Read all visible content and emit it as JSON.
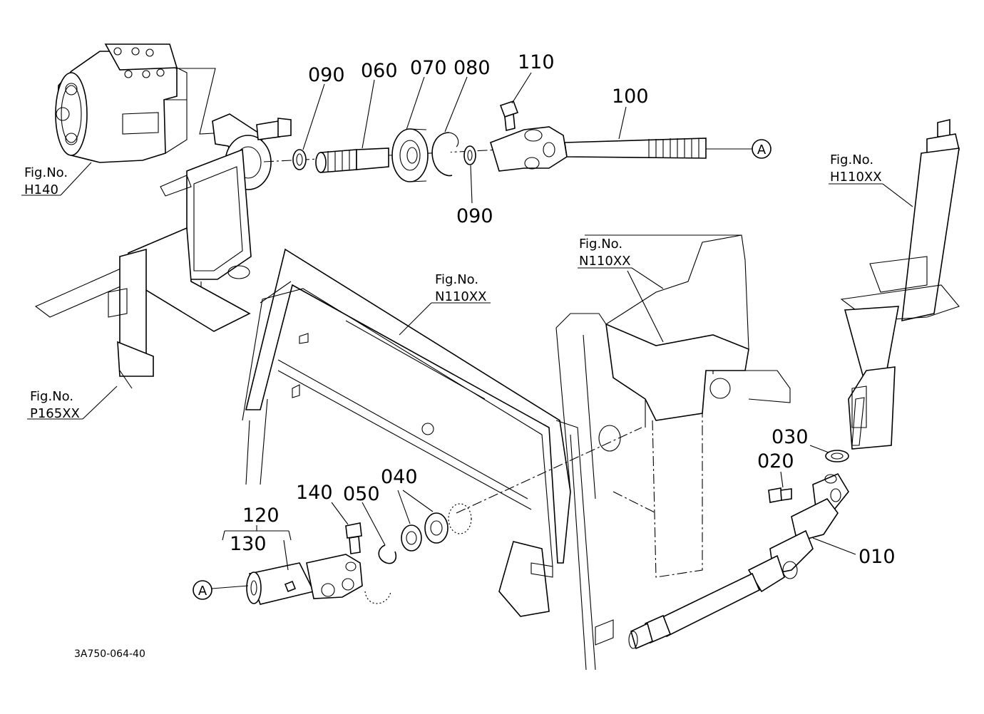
{
  "figure_code": "3A750-064-40",
  "reference_marker": "A",
  "part_numbers": {
    "p090_top": "090",
    "p060": "060",
    "p070": "070",
    "p080": "080",
    "p110": "110",
    "p100": "100",
    "p090_bottom": "090",
    "p030": "030",
    "p020": "020",
    "p010": "010",
    "p140": "140",
    "p050": "050",
    "p040": "040",
    "p120": "120",
    "p130": "130"
  },
  "figure_refs": {
    "h140": {
      "prefix": "Fig.No.",
      "code": "H140"
    },
    "p165xx": {
      "prefix": "Fig.No.",
      "code": "P165XX"
    },
    "n110xx_center": {
      "prefix": "Fig.No.",
      "code": "N110XX"
    },
    "n110xx_right": {
      "prefix": "Fig.No.",
      "code": "N110XX"
    },
    "h110xx": {
      "prefix": "Fig.No.",
      "code": "H110XX"
    }
  }
}
